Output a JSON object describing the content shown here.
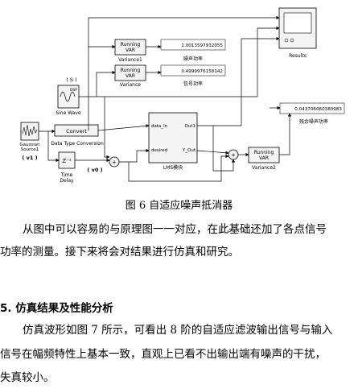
{
  "diagram": {
    "blocks": {
      "running_var_1": [
        "Running",
        "VAR"
      ],
      "running_var_2": [
        "Running",
        "VAR"
      ],
      "running_var_3": [
        "Running",
        "VAR"
      ],
      "variance1_label": "Variance1",
      "variance_label": "Variance",
      "variance2_label": "Variance2",
      "display1_value": "1.0013597932055",
      "display2_value": "0.4999976158142",
      "display3_value": "0.043706060380983",
      "display1_label": "噪声功率",
      "display2_label": "信号功率",
      "display3_label": "残余噪声功率",
      "results_label": "Results",
      "sine_label": "Sine Wave",
      "sine_annot": "( S )",
      "gaussian_label": [
        "Gaussian",
        "Source1"
      ],
      "gaussian_annot": "( v1 )",
      "convert_label": "Convert",
      "dtc_label": "Data Type Conversion",
      "delay_label": [
        "Time",
        "Delay"
      ],
      "delay_block": "Z⁻¹",
      "v0_annot": "( v0 )",
      "lms_in1": "data_in",
      "lms_in2": "desired",
      "lms_out1": "Out1",
      "lms_out2": "Y_Out",
      "lms_label": "LMS模块"
    },
    "colors": {
      "block_fill": "#f4f4f4",
      "line": "#000000",
      "display_border": "#555555"
    }
  },
  "caption": "图 6 自适应噪声抵消器",
  "paragraphs": {
    "p1_line1": "从图中可以容易的与原理图一一对应，在此基础还加了各点信号",
    "p1_line2": "功率的测量。接下来将会对结果进行仿真和研究。",
    "heading": "5. 仿真结果及性能分析",
    "p2_line1": "仿真波形如图 7 所示，可看出 8 阶的自适应滤波输出信号与输入",
    "p2_line2": "信号在幅频特性上基本一致，直观上已看不出输出端有噪声的干扰，",
    "p2_line3": "失真较小。"
  }
}
